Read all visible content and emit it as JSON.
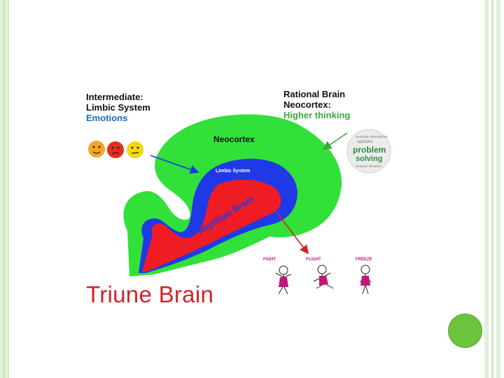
{
  "diagram": {
    "left_label": {
      "line1": "Intermediate:",
      "line2": "Limbic System",
      "line3": "Emotions"
    },
    "right_label": {
      "line1": "Rational Brain",
      "line2": "Neocortex:",
      "line3": "Higher thinking"
    },
    "neocortex_label": "Neocortex",
    "limbic_label": "Limbic System",
    "reptilian_label": "Reptilian Brain",
    "title": "Triune Brain",
    "word_cloud": {
      "word1": "problem",
      "word2": "solving"
    },
    "responses": {
      "fight": "FIGHT",
      "flight": "FLIGHT",
      "freeze": "FREEZE"
    },
    "colors": {
      "neocortex": "#32e03a",
      "limbic": "#1f39e6",
      "reptilian": "#ef1c24",
      "title": "#d2232a",
      "accent_green": "#6cc33d"
    }
  }
}
